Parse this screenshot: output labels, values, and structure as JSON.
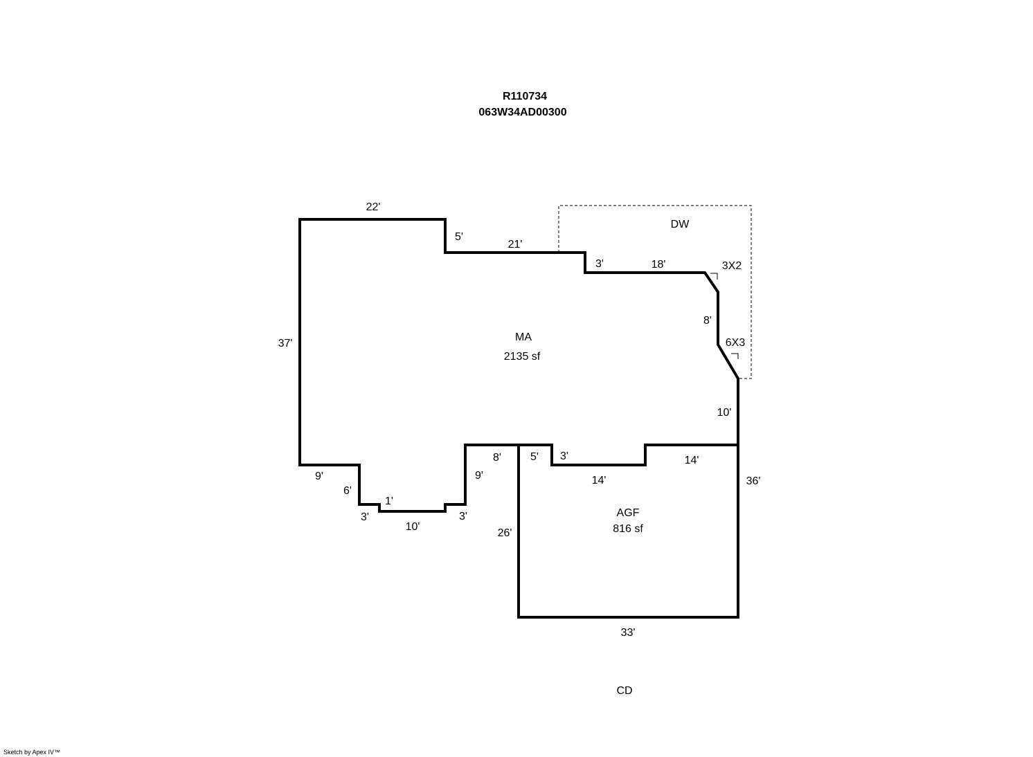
{
  "header": {
    "record_id": "R110734",
    "parcel_id": "063W34AD00300"
  },
  "areas": {
    "ma": {
      "code": "MA",
      "area": "2135 sf"
    },
    "agf": {
      "code": "AGF",
      "area": "816 sf"
    },
    "dw": {
      "code": "DW"
    },
    "cd": {
      "code": "CD"
    }
  },
  "dimensions": {
    "ma_top": "22'",
    "ma_step1": "5'",
    "ma_top2": "21'",
    "ma_step2": "3'",
    "ma_top3": "18'",
    "angle1": "3X2",
    "right_side": "8'",
    "angle2": "6X3",
    "right_lower": "10'",
    "left": "37'",
    "bottom_left": "9'",
    "step_a": "6'",
    "step_b": "3'",
    "step_c": "1'",
    "bottom_mid": "10'",
    "step_d": "3'",
    "step_e": "9'",
    "seg_8": "8'",
    "seg_5": "5'",
    "seg_3": "3'",
    "agf_top1": "14'",
    "agf_top2": "14'",
    "agf_right": "36'",
    "agf_left": "26'",
    "agf_bottom": "33'"
  },
  "footer": {
    "credit": "Sketch by Apex IV™"
  }
}
